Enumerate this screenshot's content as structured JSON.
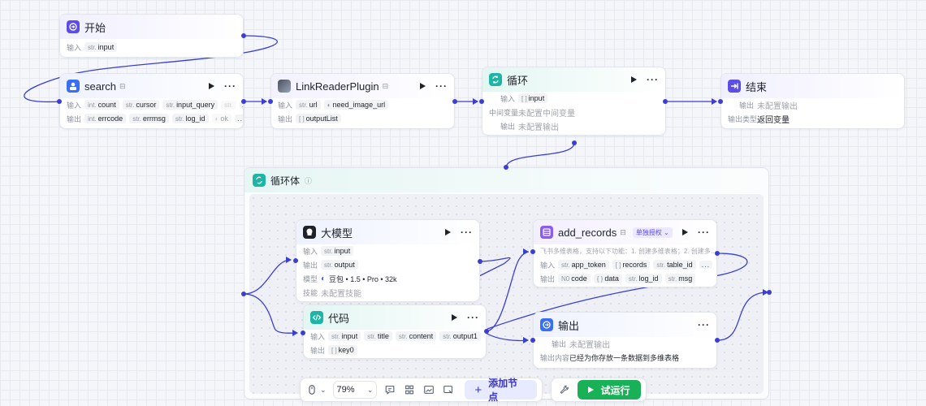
{
  "colors": {
    "accent": "#3a3fd0",
    "run": "#18b158",
    "add": "#3b35c8"
  },
  "start": {
    "title": "开始",
    "in_label": "输入",
    "input": {
      "type": "str.",
      "name": "input"
    }
  },
  "search": {
    "title": "search",
    "in_label": "输入",
    "out_label": "输出",
    "inputs": [
      {
        "type": "int.",
        "name": "count"
      },
      {
        "type": "str.",
        "name": "cursor"
      },
      {
        "type": "str.",
        "name": "input_query"
      },
      {
        "type": "str.",
        "name": ""
      }
    ],
    "outputs": [
      {
        "type": "int.",
        "name": "errcode"
      },
      {
        "type": "str.",
        "name": "errmsg"
      },
      {
        "type": "str.",
        "name": "log_id"
      },
      {
        "type": "",
        "name": "ok"
      }
    ],
    "more": "..."
  },
  "link": {
    "title": "LinkReaderPlugin",
    "in_label": "输入",
    "out_label": "输出",
    "inputs": [
      {
        "type": "str.",
        "name": "url"
      },
      {
        "type": "",
        "name": "need_image_url"
      }
    ],
    "outputs": [
      {
        "type": "[ ]",
        "name": "outputList"
      }
    ]
  },
  "loop": {
    "title": "循环",
    "in_label": "输入",
    "input": {
      "type": "[ ]",
      "name": "input"
    },
    "mid_label": "中间变量",
    "mid_value": "未配置中间变量",
    "out_label": "输出",
    "out_value": "未配置输出"
  },
  "end": {
    "title": "结束",
    "out_label": "输出",
    "out_value": "未配置输出",
    "type_label": "输出类型",
    "type_value": "返回变量"
  },
  "loop_body": {
    "title": "循环体",
    "info": "ⓘ"
  },
  "llm": {
    "title": "大模型",
    "in_label": "输入",
    "out_label": "输出",
    "model_label": "模型",
    "skill_label": "技能",
    "input": {
      "type": "str.",
      "name": "input"
    },
    "output": {
      "type": "str.",
      "name": "output"
    },
    "model": "豆包 • 1.5 • Pro • 32k",
    "skill": "未配置技能"
  },
  "records": {
    "title": "add_records",
    "auth_badge": "单独授权 ⌄",
    "desc": "飞书多维表格，支持以下功能：1. 创建多维表格；2. 创建多…",
    "in_label": "输入",
    "out_label": "输出",
    "inputs": [
      {
        "type": "str.",
        "name": "app_token"
      },
      {
        "type": "[ ]",
        "name": "records"
      },
      {
        "type": "str.",
        "name": "table_id"
      }
    ],
    "outputs": [
      {
        "type": "N0",
        "name": "code"
      },
      {
        "type": "{ }",
        "name": "data"
      },
      {
        "type": "str.",
        "name": "log_id"
      },
      {
        "type": "str.",
        "name": "msg"
      }
    ],
    "more": "..."
  },
  "code": {
    "title": "代码",
    "in_label": "输入",
    "out_label": "输出",
    "inputs": [
      {
        "type": "str.",
        "name": "input"
      },
      {
        "type": "str.",
        "name": "title"
      },
      {
        "type": "str.",
        "name": "content"
      },
      {
        "type": "str.",
        "name": "output1"
      }
    ],
    "outputs": [
      {
        "type": "[ ]",
        "name": "key0"
      }
    ]
  },
  "output_node": {
    "title": "输出",
    "out_label": "输出",
    "out_value": "未配置输出",
    "content_label": "输出内容",
    "content_value": "已经为你存放一条数据到多维表格"
  },
  "toolbar": {
    "zoom": "79%",
    "add_label": "添加节点",
    "run_label": "试运行"
  }
}
